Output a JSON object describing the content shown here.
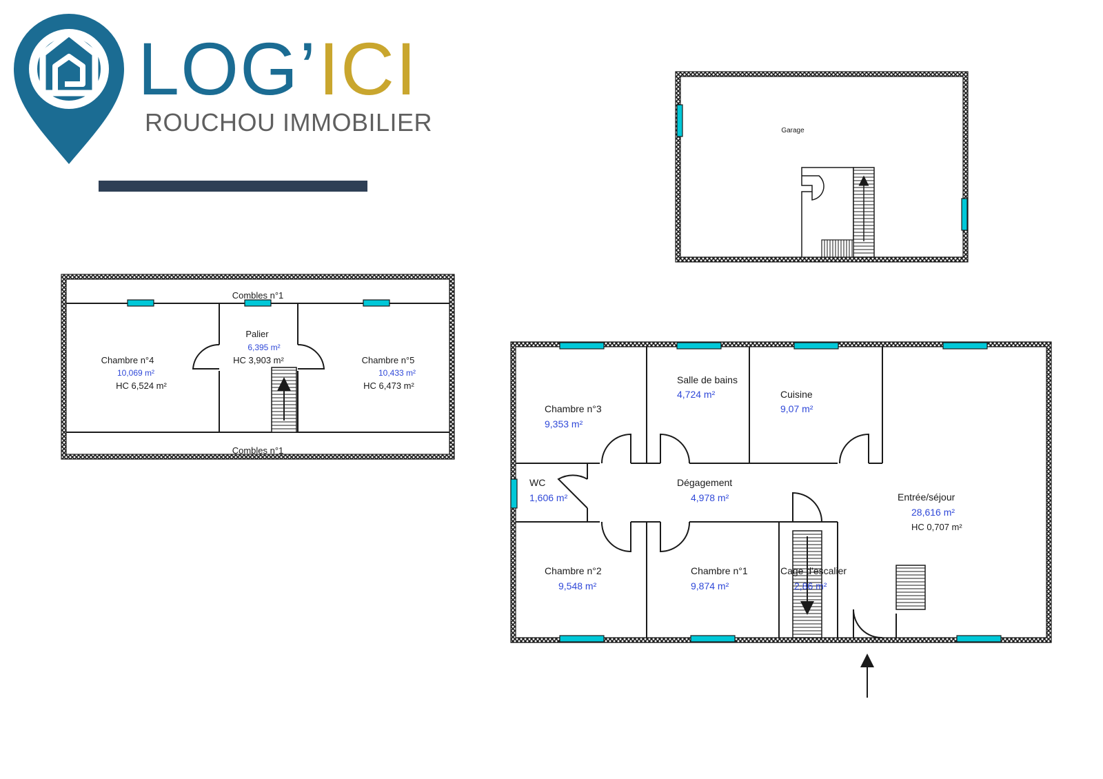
{
  "logo": {
    "name_part1": "LOG’",
    "name_part2": "ICI",
    "subtitle": "ROUCHOU IMMOBILIER",
    "colors": {
      "primary": "#1b6c93",
      "accent": "#c9a62e",
      "bar": "#2e3f55",
      "subtitle": "#5f5f5f"
    },
    "icon": "house-pin-icon"
  },
  "floors": {
    "upper": {
      "attic_top": "Combles n°1",
      "attic_bottom": "Combles n°1",
      "rooms": [
        {
          "name": "Chambre n°4",
          "area": "10,069  m²",
          "hc": "HC 6,524  m²"
        },
        {
          "name": "Palier",
          "area": "6,395  m²",
          "hc": "HC 3,903  m²"
        },
        {
          "name": "Chambre n°5",
          "area": "10,433  m²",
          "hc": "HC 6,473  m²"
        }
      ]
    },
    "garage": {
      "label": "Garage"
    },
    "ground": {
      "rooms": [
        {
          "name": "Chambre n°3",
          "area": "9,353  m²"
        },
        {
          "name": "Salle de bains",
          "area": "4,724  m²"
        },
        {
          "name": "Cuisine",
          "area": "9,07  m²"
        },
        {
          "name": "WC",
          "area": "1,606  m²"
        },
        {
          "name": "Dégagement",
          "area": "4,978  m²"
        },
        {
          "name": "Entrée/séjour",
          "area": "28,616  m²",
          "hc": "HC 0,707  m²"
        },
        {
          "name": "Chambre n°2",
          "area": "9,548  m²"
        },
        {
          "name": "Chambre n°1",
          "area": "9,874  m²"
        },
        {
          "name": "Cage d'escalier",
          "area": "2,86  m²"
        }
      ]
    }
  },
  "colors": {
    "window": "#00c8d8",
    "area_text": "#2f48d8",
    "wall": "#1a1a1a"
  }
}
